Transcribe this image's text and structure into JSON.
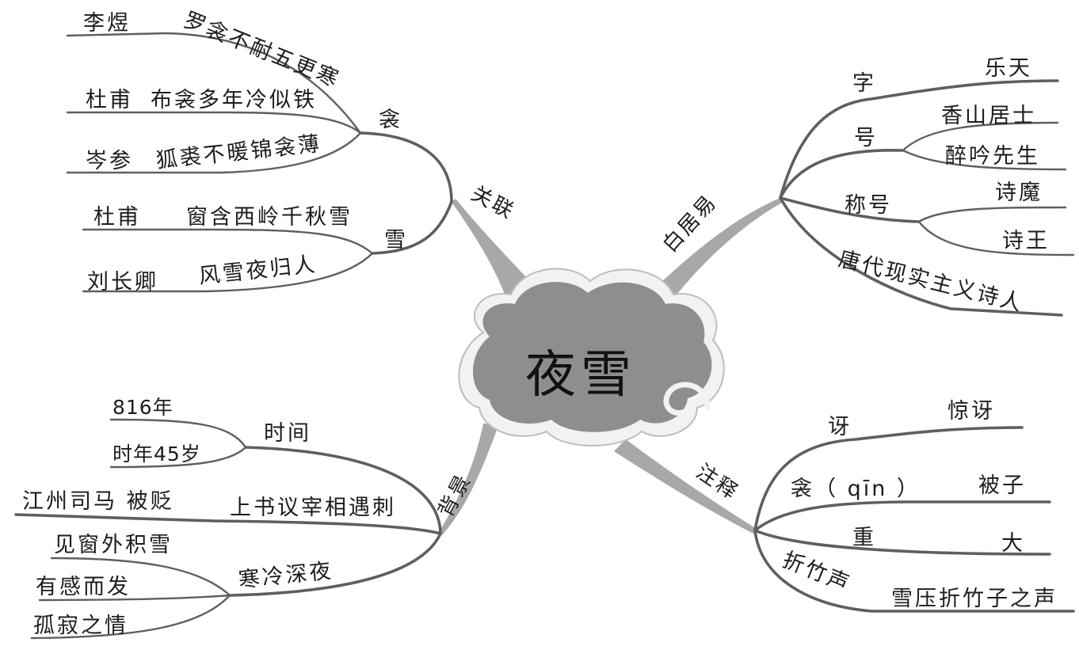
{
  "center": "夜雪",
  "branches": {
    "guanlian": {
      "label": "关联",
      "qin": {
        "label": "衾",
        "items": [
          {
            "author": "李煜",
            "verse": "罗衾不耐五更寒"
          },
          {
            "author": "杜甫",
            "verse": "布衾多年冷似铁"
          },
          {
            "author": "岑参",
            "verse": "狐裘不暖锦衾薄"
          }
        ]
      },
      "xue": {
        "label": "雪",
        "items": [
          {
            "author": "杜甫",
            "verse": "窗含西岭千秋雪"
          },
          {
            "author": "刘长卿",
            "verse": "风雪夜归人"
          }
        ]
      }
    },
    "baijuyi": {
      "label": "白居易",
      "zi": {
        "label": "字",
        "value": "乐天"
      },
      "hao": {
        "label": "号",
        "values": [
          "香山居士",
          "醉吟先生"
        ]
      },
      "chenghao": {
        "label": "称号",
        "values": [
          "诗魔",
          "诗王"
        ]
      },
      "identity": "唐代现实主义诗人"
    },
    "beijing": {
      "label": "背景",
      "shijian": {
        "label": "时间",
        "values": [
          "816年",
          "时年45岁"
        ]
      },
      "shangshu": {
        "label": "上书议宰相遇刺",
        "value": "江州司马  被贬"
      },
      "hanleng": {
        "label": "寒冷深夜",
        "values": [
          "见窗外积雪",
          "有感而发",
          "孤寂之情"
        ]
      }
    },
    "zhushi": {
      "label": "注释",
      "items": [
        {
          "term": "讶",
          "meaning": "惊讶"
        },
        {
          "term": "衾（  qīn  ）",
          "meaning": "被子"
        },
        {
          "term": "重",
          "meaning": "大"
        },
        {
          "term": "折竹声",
          "meaning": "雪压折竹子之声"
        }
      ]
    }
  },
  "colors": {
    "cloud_fill": "#8e8e8e",
    "cloud_rim": "#f2f2f2",
    "line": "#5f5f5f",
    "trunk": "#a8a8a8",
    "text": "#1c1c1c"
  }
}
